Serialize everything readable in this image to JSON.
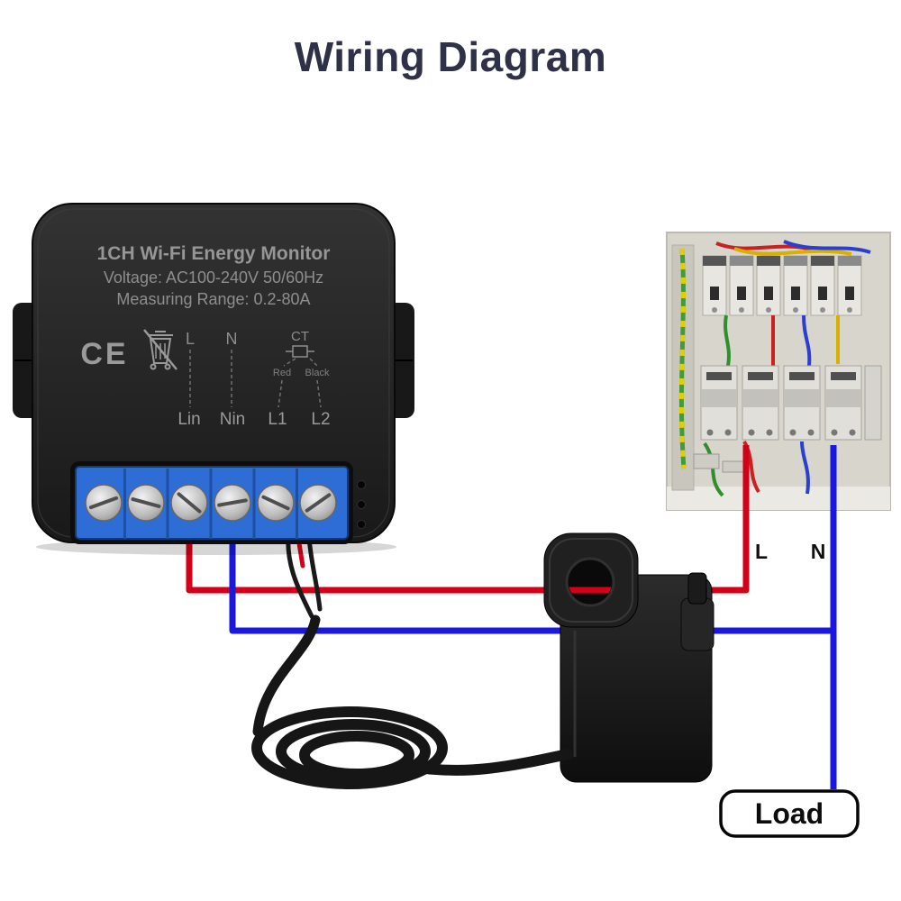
{
  "title": "Wiring Diagram",
  "device": {
    "line1": "1CH Wi-Fi Energy Monitor",
    "line2": "Voltage: AC100-240V 50/60Hz",
    "line3": "Measuring Range: 0.2-80A",
    "ce_mark": "CE",
    "label_l": "L",
    "label_n": "N",
    "label_ct": "CT",
    "label_red": "Red",
    "label_black": "Black",
    "terminals": [
      "Lin",
      "Nin",
      "L1",
      "L2"
    ]
  },
  "panel": {
    "label_l": "L",
    "label_n": "N"
  },
  "load": {
    "label": "Load"
  },
  "colors": {
    "live_wire": "#d40019",
    "neutral_wire": "#1a17e0",
    "ct_cable": "#161616",
    "terminal_block": "#2e6cd6",
    "title_text": "#2e3147"
  }
}
